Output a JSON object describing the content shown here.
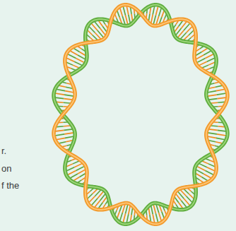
{
  "diagram": {
    "labels": [
      "r.",
      "on",
      "f the"
    ]
  }
}
